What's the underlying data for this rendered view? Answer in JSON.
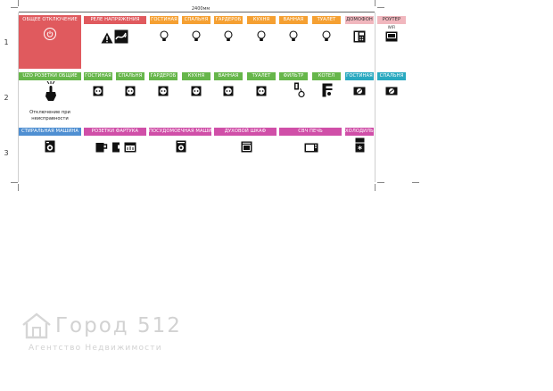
{
  "dimension_label": "2400мм",
  "row_numbers": [
    "1",
    "2",
    "3"
  ],
  "colors": {
    "red": "#e05a5e",
    "orange": "#f5a032",
    "pink": "#f1b7be",
    "green": "#66b64a",
    "teal": "#2aa9c0",
    "blue": "#4f8fd2",
    "magenta": "#d04fa8"
  },
  "row1": {
    "main_label": "ОБЩЕЕ ОТКЛЮЧЕНИЕ",
    "relay_label": "РЕЛЕ НАПРЯЖЕНИЯ",
    "lights": [
      "ГОСТИНАЯ",
      "СПАЛЬНЯ",
      "ГАРДЕРОБ",
      "КУХНЯ",
      "ВАННАЯ",
      "ТУАЛЕТ"
    ],
    "intercom_label": "ДОМОФОН",
    "router_label": "РОУТЕР",
    "router_icon_text": "WIFI"
  },
  "row2": {
    "sockets_all_label": "UZO РОЗЕТКИ ОБЩИЕ",
    "sockets": [
      "ГОСТИНАЯ",
      "СПАЛЬНЯ",
      "ГАРДЕРОБ",
      "КУХНЯ",
      "ВАННАЯ",
      "ТУАЛЕТ"
    ],
    "filter_label": "ФИЛЬТР",
    "boiler_label": "КОТЕЛ",
    "climate": [
      "ГОСТИНАЯ",
      "СПАЛЬНЯ"
    ],
    "note": "Отключение при неисправности"
  },
  "row3": {
    "washer_label": "СТИРАЛЬНАЯ МАШИНА",
    "apron_label": "РОЗЕТКИ ФАРТУКА",
    "dishwasher_label": "ПОСУДОМОЕЧНАЯ МАШИНА",
    "oven_label": "ДУХОВОЙ ШКАФ",
    "microwave_label": "СВЧ ПЕЧЬ",
    "fridge_label": "ХОЛОДИЛЬНИК"
  },
  "watermark": {
    "brand": "Город 512",
    "tagline": "Агентство Недвижимости"
  }
}
